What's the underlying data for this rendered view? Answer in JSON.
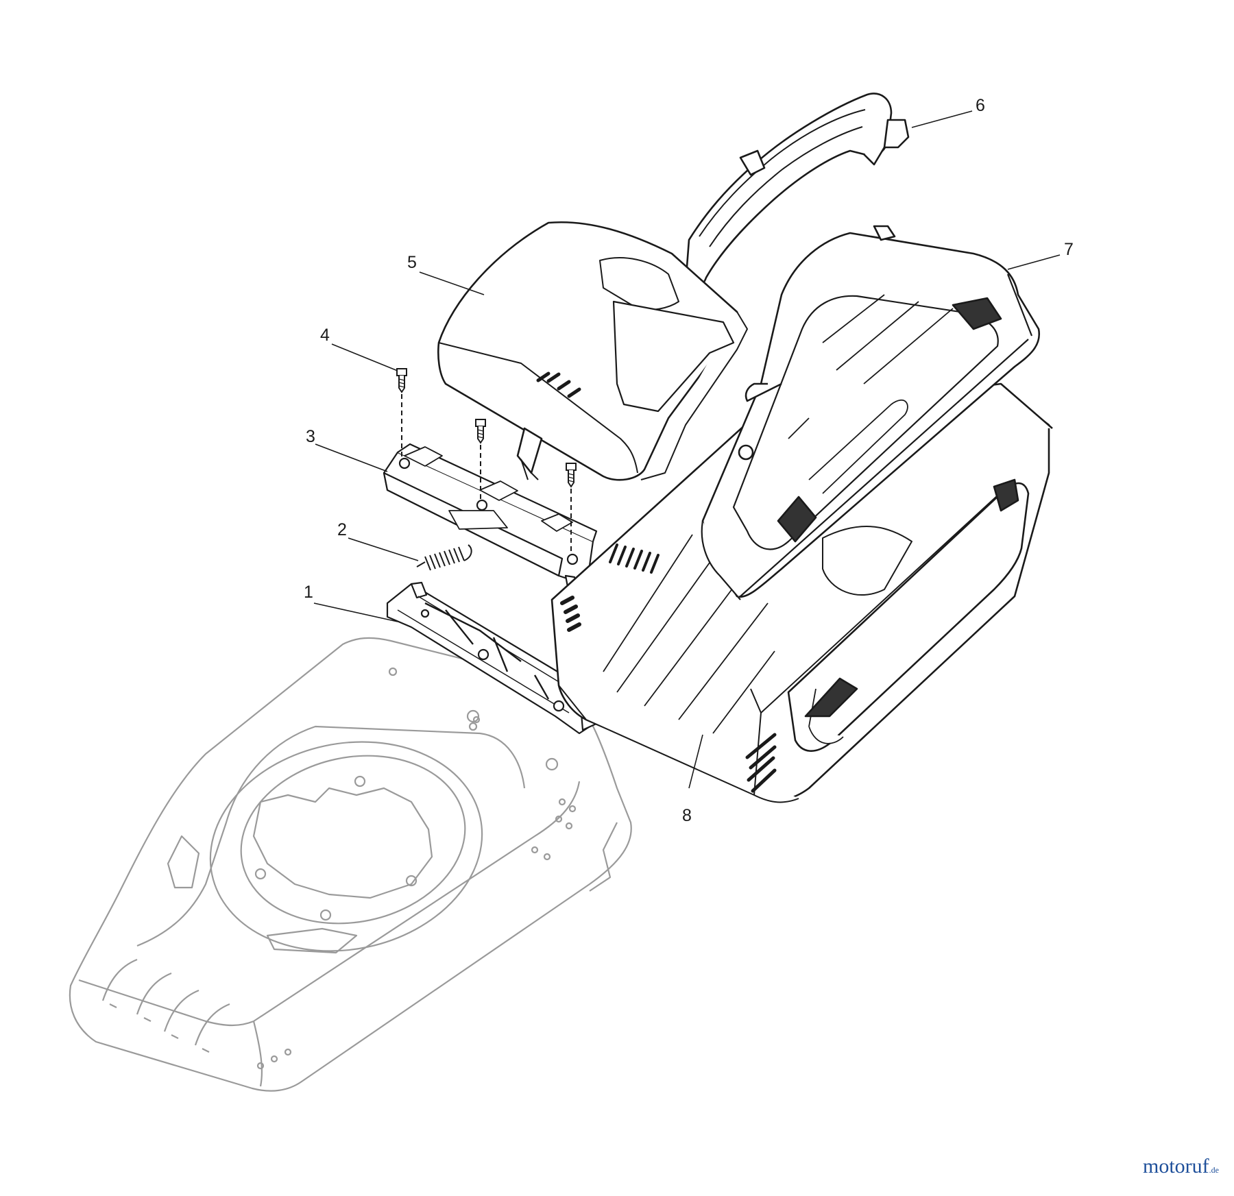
{
  "diagram": {
    "callouts": [
      {
        "number": "1",
        "part": "bracket"
      },
      {
        "number": "2",
        "part": "spring"
      },
      {
        "number": "3",
        "part": "flap"
      },
      {
        "number": "4",
        "part": "screw"
      },
      {
        "number": "5",
        "part": "cover"
      },
      {
        "number": "6",
        "part": "handle"
      },
      {
        "number": "7",
        "part": "bag-top"
      },
      {
        "number": "8",
        "part": "bag-bottom"
      }
    ]
  },
  "watermark": {
    "text": "motoruf",
    "suffix": ".de",
    "color": "#1e4f9a"
  }
}
